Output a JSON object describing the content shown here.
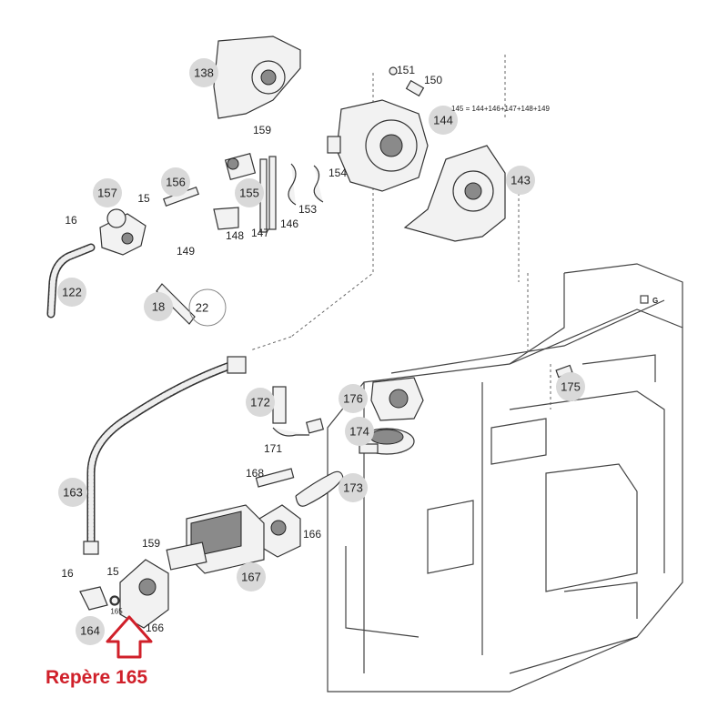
{
  "caption": "Repère 165",
  "formula": "145 = 144+146+147+148+149",
  "grid_letter": "G",
  "accent_color": "#d0202a",
  "callouts": [
    "138",
    "157",
    "156",
    "155",
    "18",
    "122",
    "163",
    "164",
    "172",
    "174",
    "176",
    "173",
    "167",
    "144",
    "143",
    "175",
    "22"
  ],
  "labels": [
    "16",
    "15",
    "159",
    "150",
    "151",
    "153",
    "154",
    "146",
    "147",
    "148",
    "149",
    "171",
    "168",
    "166",
    "165",
    "16",
    "15"
  ],
  "icons": [
    "arrow-up-icon"
  ]
}
